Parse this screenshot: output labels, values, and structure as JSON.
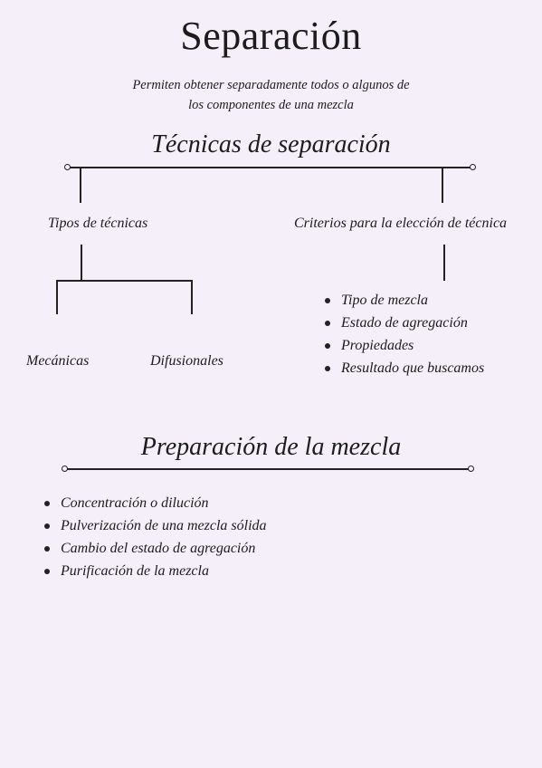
{
  "title": "Separación",
  "subtitle_line1": "Permiten obtener separadamente todos o algunos de",
  "subtitle_line2": "los componentes de una mezcla",
  "section1": {
    "heading": "Técnicas de separación",
    "left_branch": "Tipos de técnicas",
    "right_branch": "Criterios para la elección de técnica",
    "types": [
      "Mecánicas",
      "Difusionales"
    ],
    "criteria": [
      "Tipo de mezcla",
      "Estado de agregación",
      "Propiedades",
      "Resultado que buscamos"
    ]
  },
  "section2": {
    "heading": "Preparación de la mezcla",
    "items": [
      "Concentración o dilución",
      "Pulverización de una mezcla sólida",
      "Cambio del estado de agregación",
      "Purificación de la mezcla"
    ]
  }
}
